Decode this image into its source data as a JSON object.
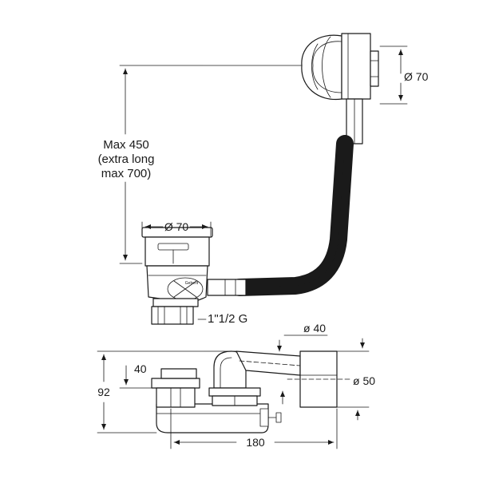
{
  "top_view": {
    "height_max": "Max 450",
    "height_extra_1": "(extra long",
    "height_extra_2": "max 700)",
    "overflow_diameter": "Ø 70",
    "waste_diameter": "Ø 70",
    "thread": "1\"1/2 G",
    "brand_mark": "Geberit"
  },
  "bottom_view": {
    "pipe_diameter_top": "ø 40",
    "pipe_diameter_right": "ø 50",
    "overall_height": "92",
    "trap_height": "40",
    "overall_width": "180"
  }
}
